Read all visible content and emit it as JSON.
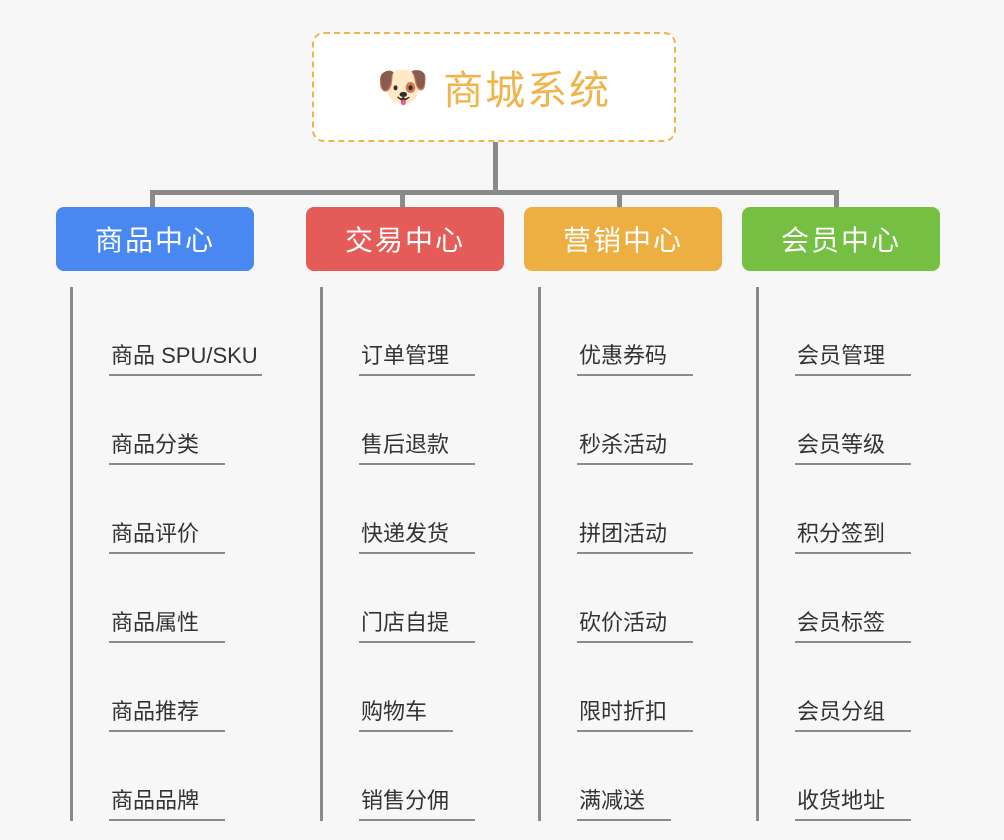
{
  "root": {
    "icon": "dog-face-icon",
    "icon_glyph": "🐶",
    "title": "商城系统",
    "accent_color": "#f0b44a",
    "border_style": "dashed"
  },
  "canvas": {
    "background_color": "#f7f7f7",
    "connector_color": "#8a8a8a"
  },
  "branches": [
    {
      "label": "商品中心",
      "color": "#4888f0",
      "items": [
        "商品 SPU/SKU",
        "商品分类",
        "商品评价",
        "商品属性",
        "商品推荐",
        "商品品牌"
      ]
    },
    {
      "label": "交易中心",
      "color": "#e55b58",
      "items": [
        "订单管理",
        "售后退款",
        "快递发货",
        "门店自提",
        "购物车",
        "销售分佣"
      ]
    },
    {
      "label": "营销中心",
      "color": "#edae42",
      "items": [
        "优惠券码",
        "秒杀活动",
        "拼团活动",
        "砍价活动",
        "限时折扣",
        "满减送"
      ]
    },
    {
      "label": "会员中心",
      "color": "#75bf42",
      "items": [
        "会员管理",
        "会员等级",
        "积分签到",
        "会员标签",
        "会员分组",
        "收货地址"
      ]
    }
  ]
}
